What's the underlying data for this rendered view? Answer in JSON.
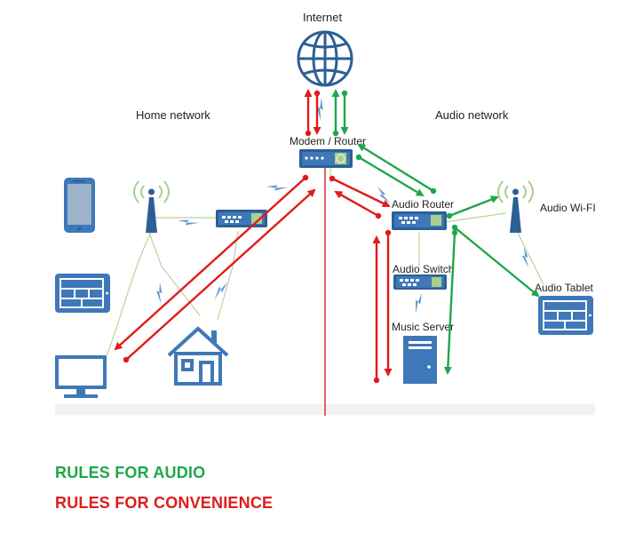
{
  "labels": {
    "internet": "Internet",
    "home_network": "Home network",
    "audio_network": "Audio network",
    "modem_router": "Modem / Router",
    "audio_router": "Audio Router",
    "audio_wifi": "Audio Wi-FI",
    "audio_switch": "Audio Switch",
    "music_server": "Music Server",
    "audio_tablet": "Audio Tablet"
  },
  "legend": {
    "audio": "RULES FOR AUDIO",
    "convenience": "RULES FOR CONVENIENCE"
  },
  "colors": {
    "audio": "#1fa64a",
    "convenience": "#e01b1b",
    "device_blue": "#3f78b8",
    "device_dark": "#2c5f95",
    "lightning": "#5b9bd5",
    "cable": "#b9d39a",
    "divider": "#d22020"
  },
  "icons": {
    "internet": "globe-icon",
    "modem_router": "router-icon",
    "home_switch": "switch-icon",
    "audio_router": "router-icon",
    "audio_switch": "switch-icon",
    "phone": "smartphone-icon",
    "tablet": "tablet-icon",
    "tv": "tv-icon",
    "house": "house-icon",
    "server": "server-icon",
    "antenna": "wifi-antenna-icon"
  }
}
